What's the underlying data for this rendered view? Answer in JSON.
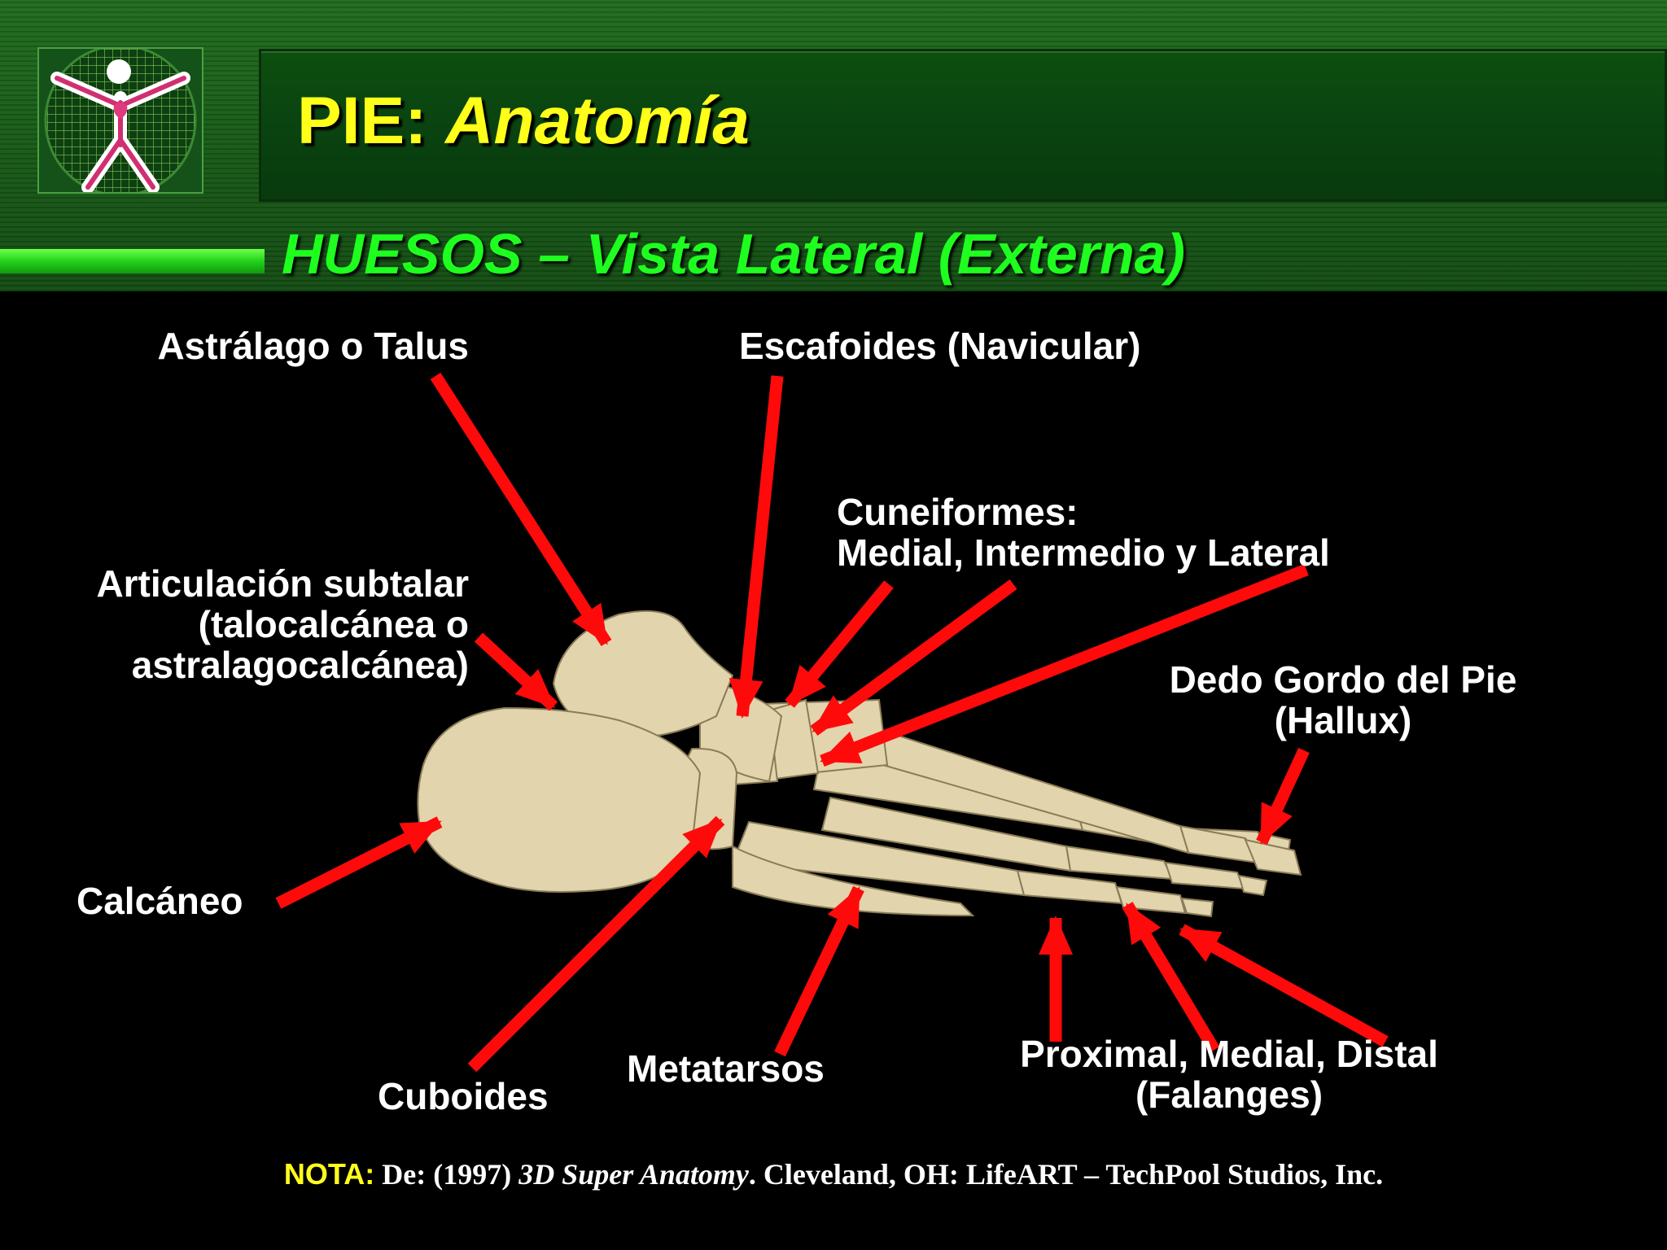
{
  "header": {
    "title_prefix": "PIE:",
    "title_italic": "Anatomía",
    "subtitle": "HUESOS – Vista Lateral (Externa)"
  },
  "labels": {
    "talus": "Astrálago o Talus",
    "navicular": "Escafoides (Navicular)",
    "cuneiform_1": "Cuneiformes:",
    "cuneiform_2": "Medial, Intermedio y Lateral",
    "subtalar_1": "Articulación subtalar",
    "subtalar_2": "(talocalcánea o",
    "subtalar_3": "astralagocalcánea)",
    "hallux_1": "Dedo Gordo del Pie",
    "hallux_2": "(Hallux)",
    "calcaneus": "Calcáneo",
    "cuboid": "Cuboides",
    "metatarsals": "Metatarsos",
    "phalanges_1": "Proximal, Medial, Distal",
    "phalanges_2": "(Falanges)"
  },
  "citation": {
    "note_label": "NOTA:",
    "text_before": " De: (1997) ",
    "book_title": "3D Super Anatomy",
    "text_after": ". Cleveland, OH: LifeART – TechPool Studios, Inc."
  },
  "colors": {
    "title": "#ffff1a",
    "subtitle": "#1fff1f",
    "arrow": "#ff0a0a",
    "label": "#ffffff",
    "bone": "#e2d4ac"
  }
}
